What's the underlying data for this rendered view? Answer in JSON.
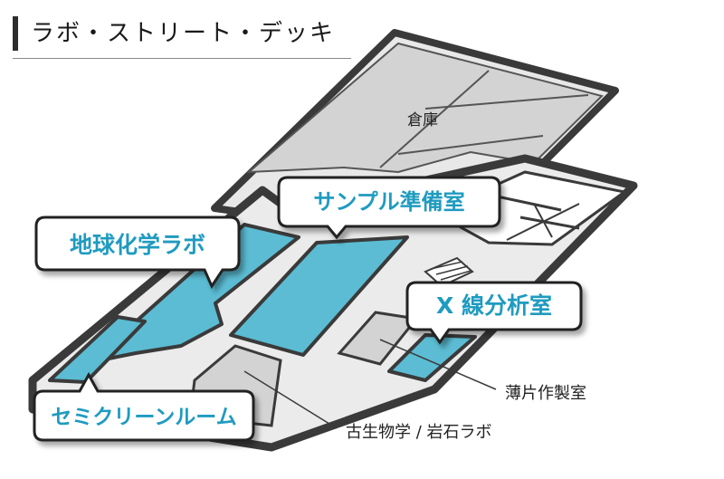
{
  "header": {
    "title": "ラボ・ストリート・デッキ"
  },
  "rooms": {
    "storage": "倉庫",
    "sample_prep": "サンプル準備室",
    "geochem_lab": "地球化学ラボ",
    "xray_room": "X 線分析室",
    "clean_room": "セミクリーンルーム",
    "thin_section": "薄片作製室",
    "paleo_rock": "古生物学 / 岩石ラボ"
  },
  "colors": {
    "highlight": "#5bbcd3",
    "label_text": "#1f9bc0",
    "floor": "#e6e6e6",
    "wall": "#3a3a3a",
    "room_gray": "#d0d0d0"
  }
}
